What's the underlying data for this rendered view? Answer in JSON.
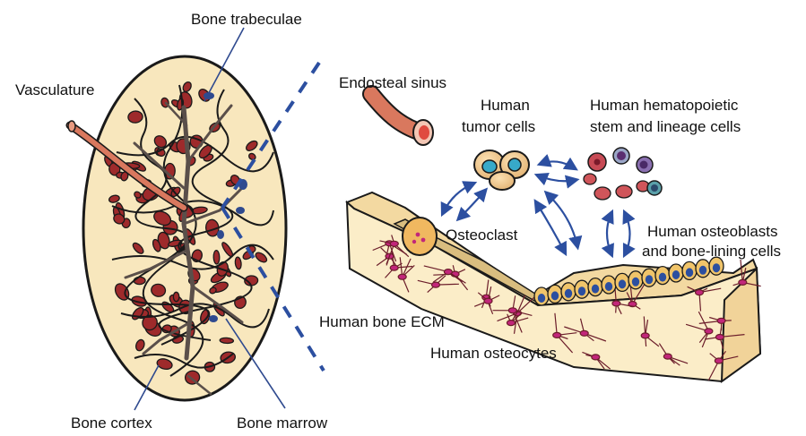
{
  "labels": {
    "bone_trabeculae": "Bone trabeculae",
    "vasculature": "Vasculature",
    "endosteal_sinus": "Endosteal sinus",
    "human_tumor_cells_line1": "Human",
    "human_tumor_cells_line2": "tumor cells",
    "hematopoietic_line1": "Human hematopoietic",
    "hematopoietic_line2": "stem and lineage cells",
    "osteoclast": "Osteoclast",
    "osteoblasts_line1": "Human osteoblasts",
    "osteoblasts_line2": "and bone-lining cells",
    "bone_ecm": "Human bone ECM",
    "osteocytes": "Human osteocytes",
    "bone_cortex": "Bone cortex",
    "bone_marrow": "Bone marrow"
  },
  "colors": {
    "bone_fill": "#f8e7bd",
    "marrow_red": "#9e2a2b",
    "vessel": "#d9785e",
    "leader_line": "#2f4a8f",
    "arrow_blue": "#2c4fa0",
    "osteocyte_magenta": "#c2267a",
    "tumor_cyan": "#37a9c9"
  }
}
